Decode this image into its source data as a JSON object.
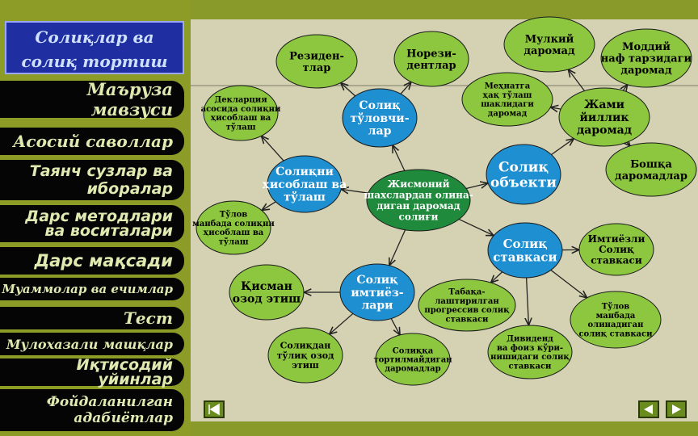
{
  "sidebar": {
    "title": "Солиқлар ва\nсолиқ тортиш",
    "items": [
      {
        "label": "Маъруза мавзуси"
      },
      {
        "label": "Асосий саволлар"
      },
      {
        "label": "Таянч сузлар ва\nиборалар"
      },
      {
        "label": "Дарс методлари\nва воситалари"
      },
      {
        "label": "Дарс мақсади"
      },
      {
        "label": "Муаммолар ва ечимлар"
      },
      {
        "label": "Тест"
      },
      {
        "label": "Мулохазали машқлар"
      },
      {
        "label": "Иқтисодий\nуйинлар"
      },
      {
        "label": "Фойдаланилган\nадабиётлар"
      }
    ]
  },
  "diagram": {
    "nodes": [
      {
        "id": "center",
        "label": "Жисмоний\nшахслардан олина-\nдиган даромад\nсолиғи",
        "fill": "#1f8a3c",
        "text": "#ffffff"
      },
      {
        "id": "payer",
        "label": "Солиқ\nтўловчи-\nлар",
        "fill": "#1e8fd0",
        "text": "#ffffff"
      },
      {
        "id": "resident",
        "label": "Резиден-\nтлар",
        "fill": "#8dc63f",
        "text": "#000000"
      },
      {
        "id": "nonres",
        "label": "Норези-\nдентлар",
        "fill": "#8dc63f",
        "text": "#000000"
      },
      {
        "id": "calc",
        "label": "Солиқни\nҳисоблаш ва\nтўлаш",
        "fill": "#1e8fd0",
        "text": "#ffffff"
      },
      {
        "id": "decl",
        "label": "Декларция\nасосида солиқни\nҳисоблаш ва\nтўлаш",
        "fill": "#8dc63f",
        "text": "#000000"
      },
      {
        "id": "source",
        "label": "Тўлов\nманбада солиқни\nҳисоблаш ва\nтўлаш",
        "fill": "#8dc63f",
        "text": "#000000"
      },
      {
        "id": "object",
        "label": "Солиқ\nобъекти",
        "fill": "#1e8fd0",
        "text": "#ffffff"
      },
      {
        "id": "total",
        "label": "Жами\nйиллик\nдаромад",
        "fill": "#8dc63f",
        "text": "#000000"
      },
      {
        "id": "property",
        "label": "Мулкий\nдаромад",
        "fill": "#8dc63f",
        "text": "#000000"
      },
      {
        "id": "material",
        "label": "Моддий\nнаф тарзидаги\nдаромад",
        "fill": "#8dc63f",
        "text": "#000000"
      },
      {
        "id": "wages",
        "label": "Меҳнатга\nҳақ тўлаш\nшаклидаги\nдаромад",
        "fill": "#8dc63f",
        "text": "#000000"
      },
      {
        "id": "other",
        "label": "Бошқа\nдаромадлар",
        "fill": "#8dc63f",
        "text": "#000000"
      },
      {
        "id": "rate",
        "label": "Солиқ\nставкаси",
        "fill": "#1e8fd0",
        "text": "#ffffff"
      },
      {
        "id": "pref",
        "label": "Имтиёзли\nСолиқ\nставкаси",
        "fill": "#8dc63f",
        "text": "#000000"
      },
      {
        "id": "progressive",
        "label": "Табақа-\nлаштирилган\nпрогрессив солиқ\nставкаси",
        "fill": "#8dc63f",
        "text": "#000000"
      },
      {
        "id": "dividend",
        "label": "Дивиденд\nва фоиз кўри-\nнишидаги солиқ\nставкаси",
        "fill": "#8dc63f",
        "text": "#000000"
      },
      {
        "id": "sourcerate",
        "label": "Тўлов\nманбада\nолинадиган\nсолиқ ставкаси",
        "fill": "#8dc63f",
        "text": "#000000"
      },
      {
        "id": "benefits",
        "label": "Солиқ\nимтиёз-\nлари",
        "fill": "#1e8fd0",
        "text": "#ffffff"
      },
      {
        "id": "partial",
        "label": "Қисман\nозод этиш",
        "fill": "#8dc63f",
        "text": "#000000"
      },
      {
        "id": "full",
        "label": "Солиқдан\nтўлиқ озод\nэтиш",
        "fill": "#8dc63f",
        "text": "#000000"
      },
      {
        "id": "untaxed",
        "label": "Солиққа\nтортилмайдиган\nдаромадлар",
        "fill": "#8dc63f",
        "text": "#000000"
      }
    ],
    "edges": [
      [
        "center",
        "payer"
      ],
      [
        "payer",
        "resident"
      ],
      [
        "payer",
        "nonres"
      ],
      [
        "center",
        "calc"
      ],
      [
        "calc",
        "decl"
      ],
      [
        "calc",
        "source"
      ],
      [
        "center",
        "object"
      ],
      [
        "object",
        "total"
      ],
      [
        "total",
        "property"
      ],
      [
        "total",
        "material"
      ],
      [
        "total",
        "wages"
      ],
      [
        "total",
        "other"
      ],
      [
        "center",
        "rate"
      ],
      [
        "rate",
        "pref"
      ],
      [
        "rate",
        "progressive"
      ],
      [
        "rate",
        "dividend"
      ],
      [
        "rate",
        "sourcerate"
      ],
      [
        "center",
        "benefits"
      ],
      [
        "benefits",
        "partial"
      ],
      [
        "benefits",
        "full"
      ],
      [
        "benefits",
        "untaxed"
      ]
    ]
  }
}
